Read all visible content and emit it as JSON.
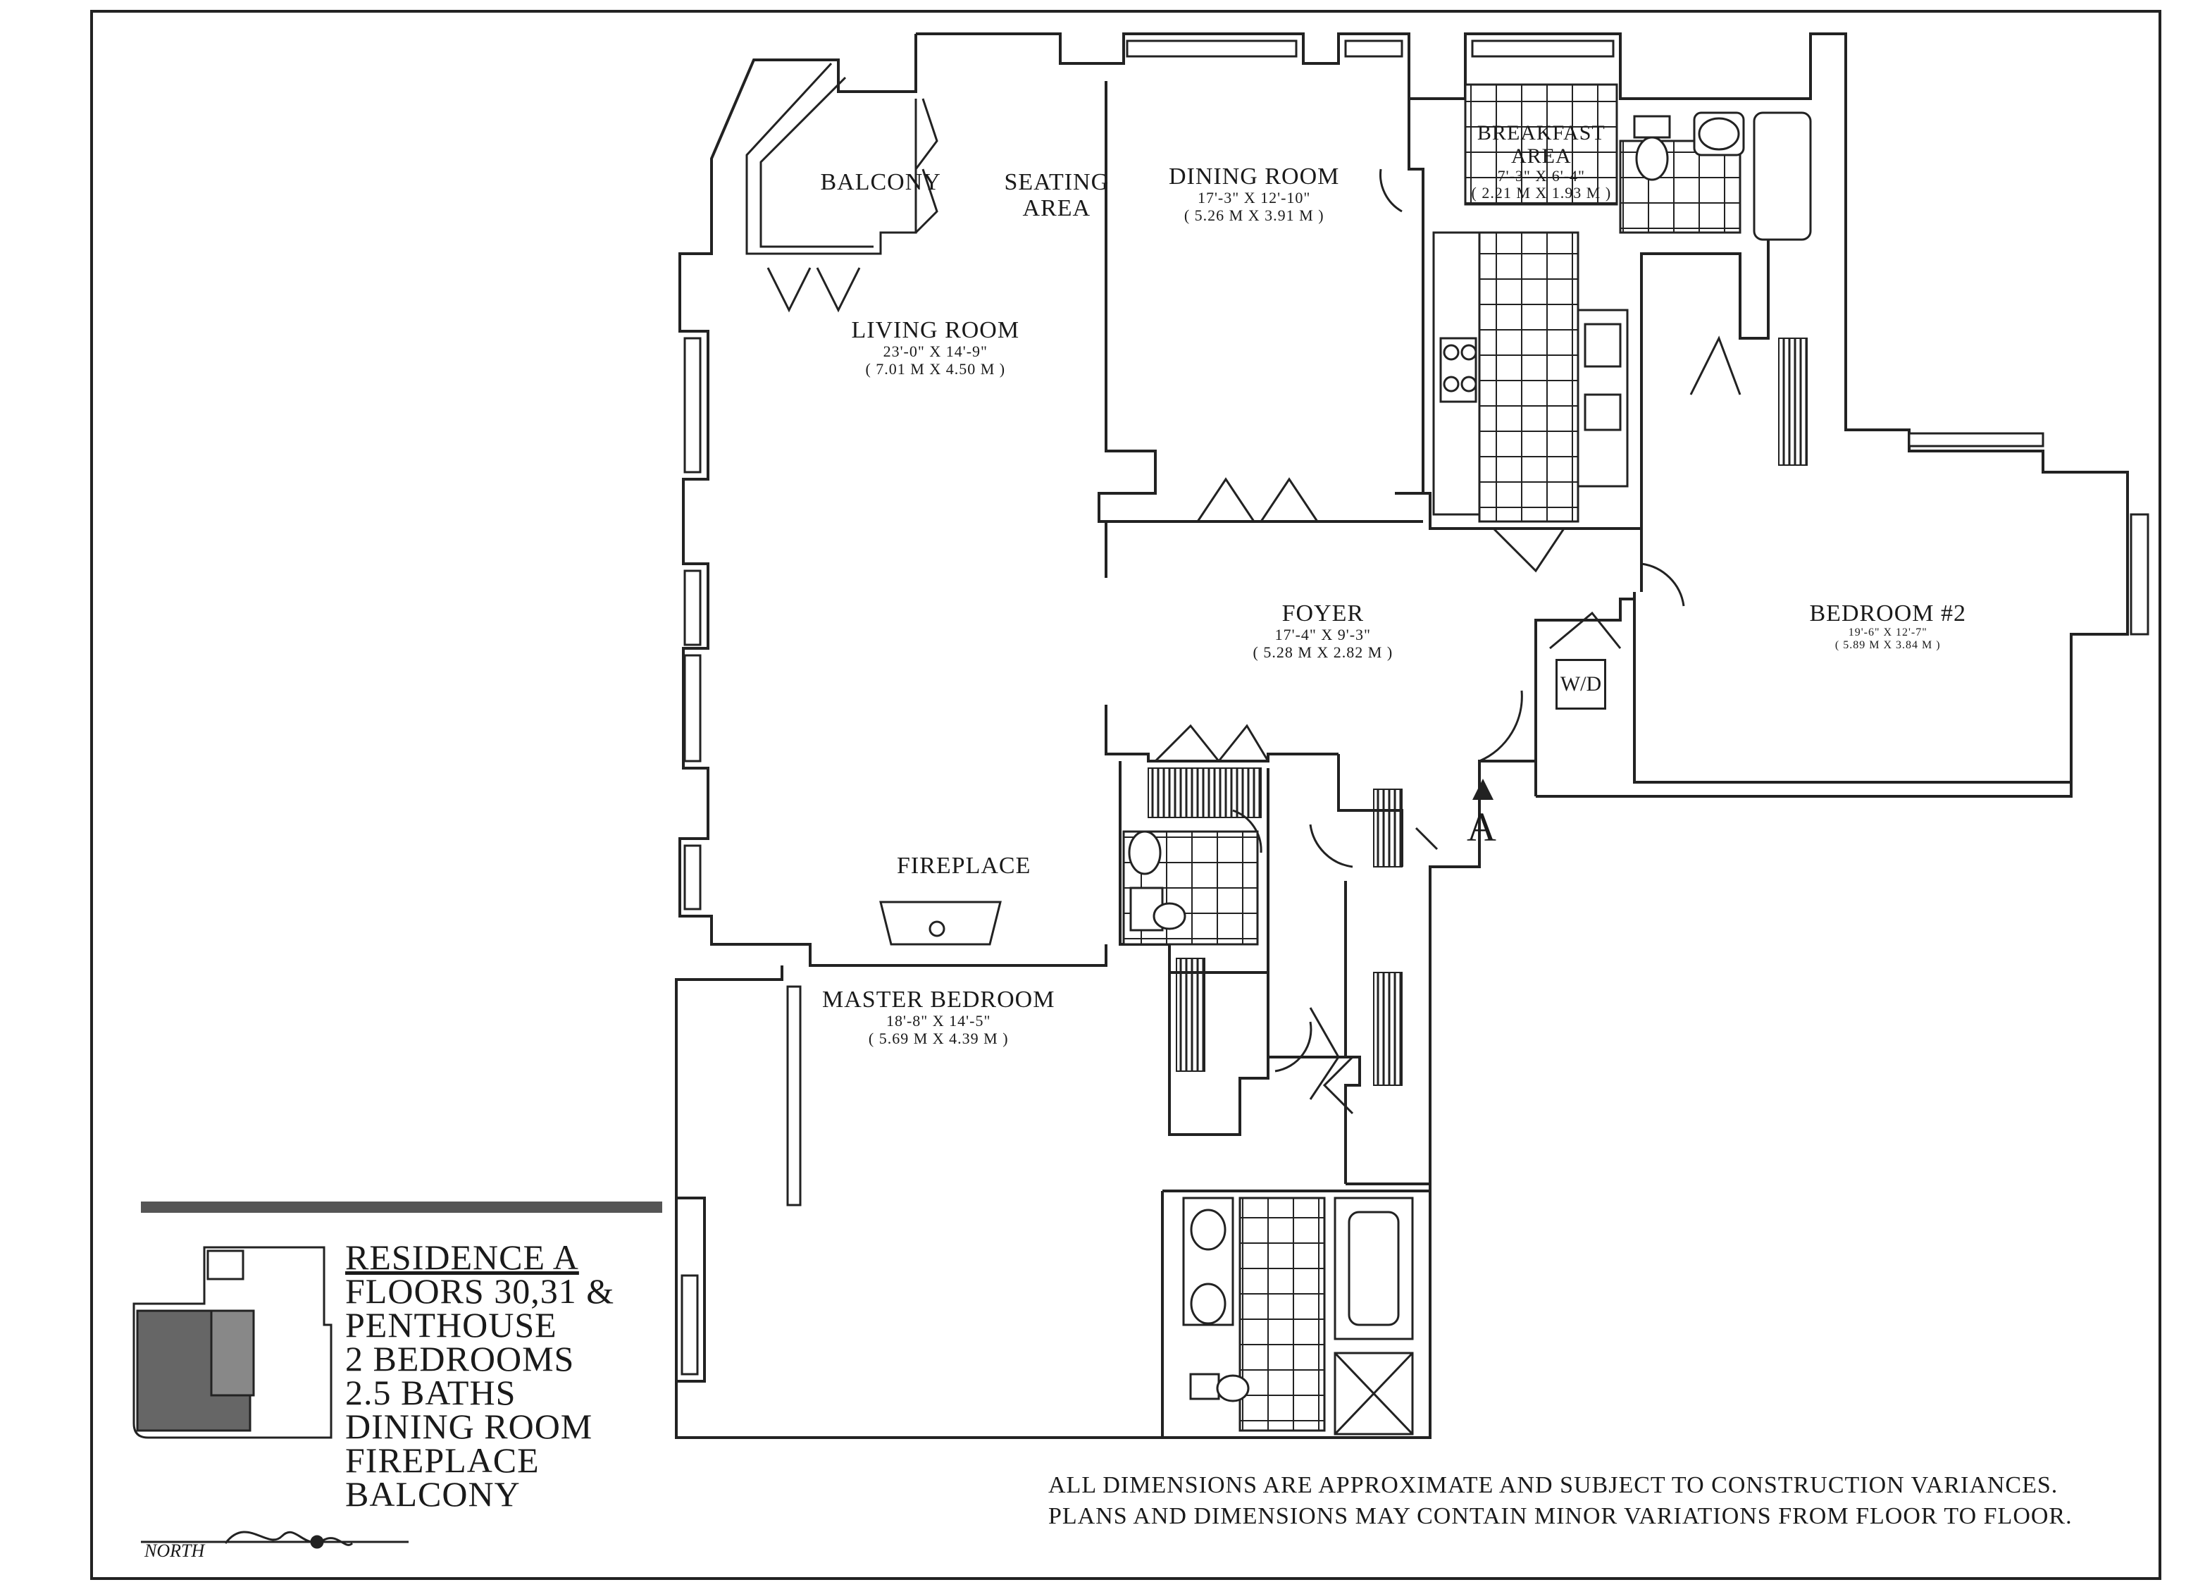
{
  "plan": {
    "rooms": {
      "balcony": {
        "name": "BALCONY"
      },
      "seating": {
        "name_line1": "SEATING",
        "name_line2": "AREA"
      },
      "dining": {
        "name": "DINING ROOM",
        "dims": "17'-3\" X 12'-10\"",
        "metric": "( 5.26 M X 3.91 M )"
      },
      "breakfast": {
        "name_line1": "BREAKFAST",
        "name_line2": "AREA",
        "dims": "7'-3\" X 6'-4\"",
        "metric": "( 2.21 M X 1.93 M )"
      },
      "living": {
        "name": "LIVING ROOM",
        "dims": "23'-0\" X 14'-9\"",
        "metric": "( 7.01 M X 4.50 M )"
      },
      "foyer": {
        "name": "FOYER",
        "dims": "17'-4\" X 9'-3\"",
        "metric": "( 5.28 M X 2.82 M )"
      },
      "bedroom2": {
        "name": "BEDROOM #2",
        "dims": "19'-6\" X 12'-7\"",
        "metric": "( 5.89 M X 3.84 M )"
      },
      "fireplace": {
        "name": "FIREPLACE"
      },
      "master": {
        "name": "MASTER BEDROOM",
        "dims": "18'-8\" X 14'-5\"",
        "metric": "( 5.69 M X 4.39 M )"
      }
    },
    "wd_label": "W/D",
    "section_marker": "A"
  },
  "legend": {
    "title": "RESIDENCE A",
    "lines": [
      "FLOORS 30,31 &",
      "PENTHOUSE",
      "2 BEDROOMS",
      "2.5 BATHS",
      "DINING ROOM",
      "FIREPLACE",
      "BALCONY"
    ]
  },
  "north_label": "NORTH",
  "disclaimer": {
    "line1": "ALL DIMENSIONS ARE APPROXIMATE AND SUBJECT TO CONSTRUCTION VARIANCES.",
    "line2": "PLANS AND DIMENSIONS MAY CONTAIN MINOR VARIATIONS FROM FLOOR TO FLOOR."
  }
}
